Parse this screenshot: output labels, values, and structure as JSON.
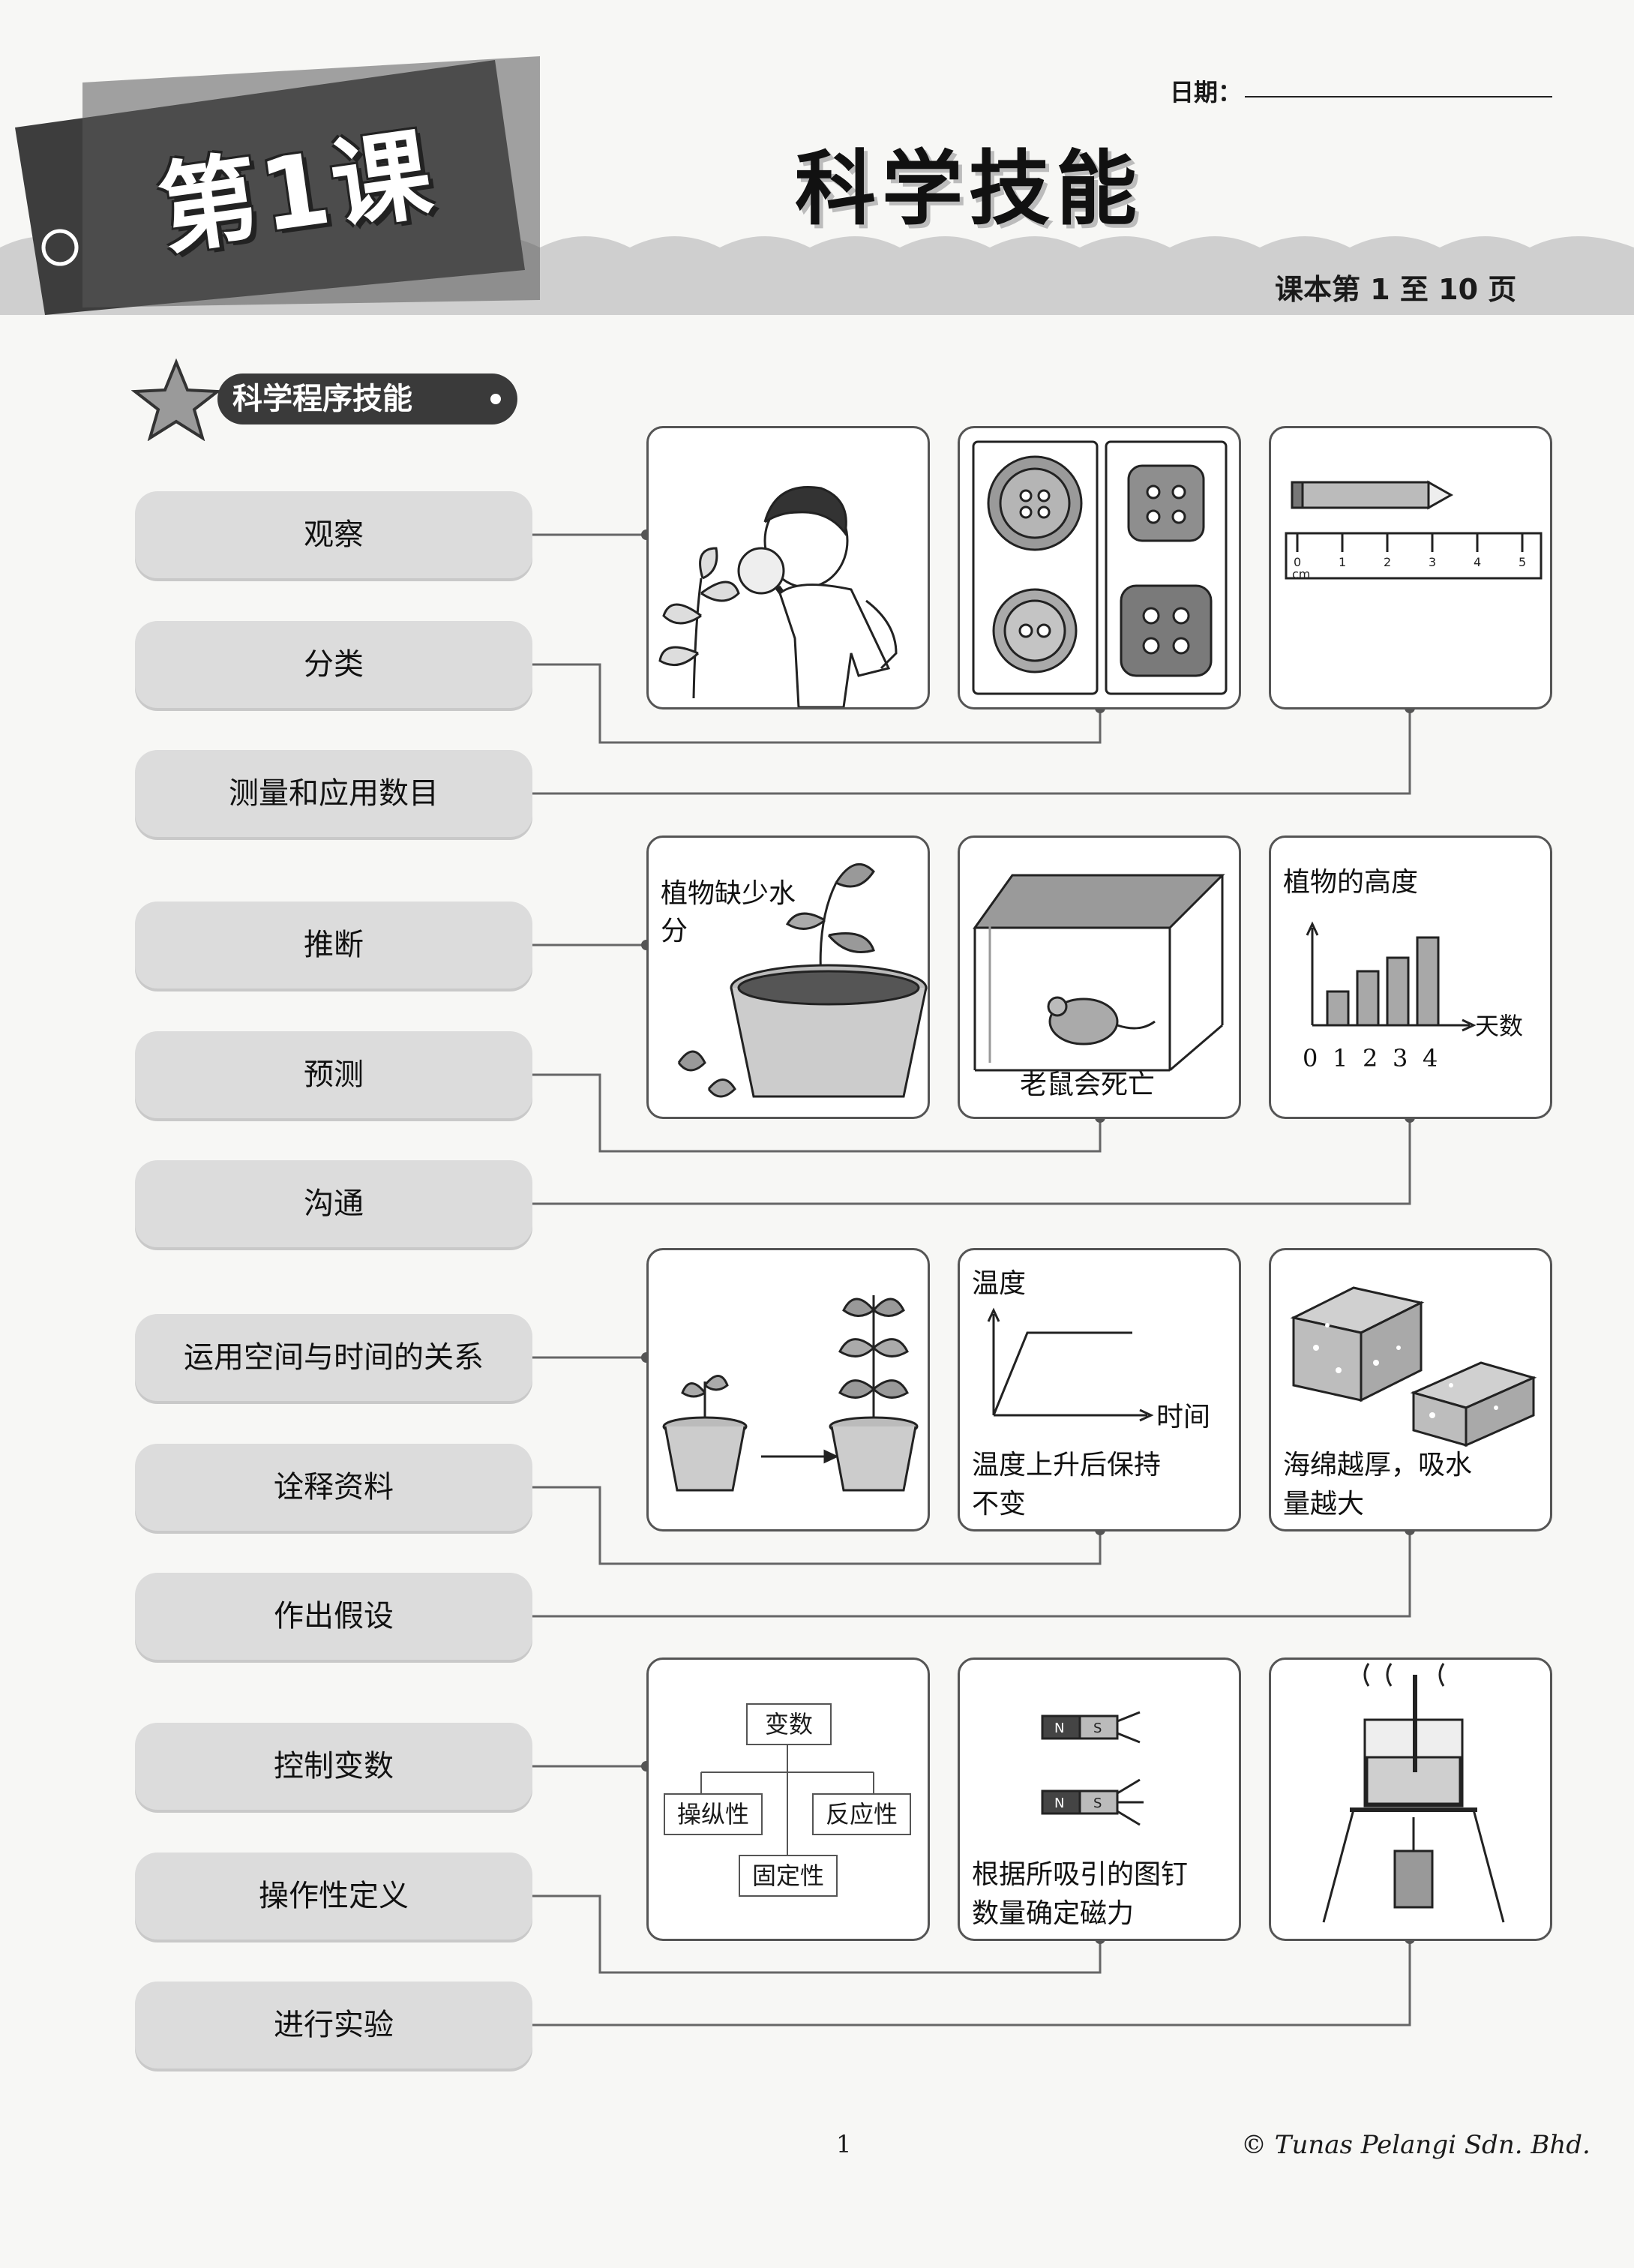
{
  "header": {
    "lesson_tag": "第1课",
    "title": "科学技能",
    "date_label": "日期：",
    "textbook_pages": "课本第 1 至 10 页"
  },
  "section": {
    "title": "科学程序技能"
  },
  "skills": [
    "观察",
    "分类",
    "测量和应用数目",
    "推断",
    "预测",
    "沟通",
    "运用空间与时间的关系",
    "诠释资料",
    "作出假设",
    "控制变数",
    "操作性定义",
    "进行实验"
  ],
  "panels": {
    "ruler": {
      "unit": "cm",
      "ticks": [
        "0",
        "1",
        "2",
        "3",
        "4",
        "5"
      ]
    },
    "infer": {
      "caption": "植物缺少水分"
    },
    "predict": {
      "caption": "老鼠会死亡"
    },
    "communicate": {
      "ylabel": "植物的高度",
      "xlabel": "天数",
      "ticks": [
        "0",
        "1",
        "2",
        "3",
        "4"
      ],
      "values": [
        1.0,
        1.6,
        2.0,
        2.6
      ]
    },
    "interpret": {
      "ylabel": "温度",
      "xlabel": "时间",
      "caption_1": "温度上升后保持",
      "caption_2": "不变"
    },
    "hypothesis": {
      "caption_1": "海绵越厚，吸水",
      "caption_2": "量越大"
    },
    "variables": {
      "root": "变数",
      "left": "操纵性",
      "right": "反应性",
      "bottom": "固定性"
    },
    "operational": {
      "magnet_n": "N",
      "magnet_s": "S",
      "caption_1": "根据所吸引的图钉",
      "caption_2": "数量确定磁力"
    }
  },
  "footer": {
    "page_number": "1",
    "copyright": "© Tunas Pelangi Sdn. Bhd."
  }
}
